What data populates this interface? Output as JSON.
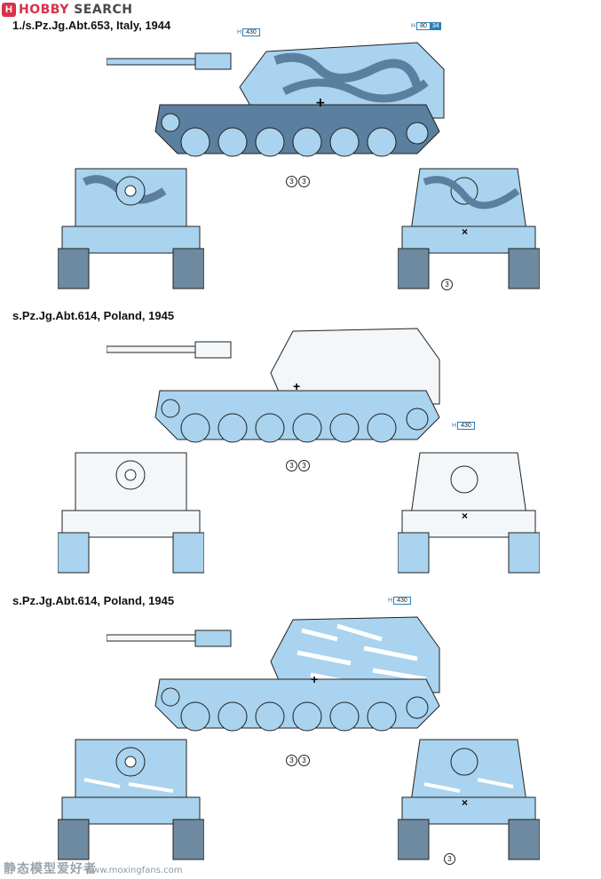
{
  "watermark": {
    "brand_mark": "H",
    "brand_a": "HOBBY",
    "brand_b": " SEARCH",
    "footer_cn": "静态模型爱好者",
    "footer_url": "www.moxingfans.com"
  },
  "sections": [
    {
      "title": "1./s.Pz.Jg.Abt.653, Italy, 1944",
      "tags": [
        "430",
        "80",
        "34"
      ],
      "callouts": [
        "3",
        "3",
        "3"
      ]
    },
    {
      "title": "s.Pz.Jg.Abt.614, Poland, 1945",
      "tags": [
        "430"
      ],
      "callouts": [
        "3",
        "3"
      ]
    },
    {
      "title": "s.Pz.Jg.Abt.614, Poland, 1945",
      "tags": [
        "430"
      ],
      "callouts": [
        "3",
        "3",
        "3"
      ]
    }
  ],
  "colors": {
    "camo_light": "#a9d3ee",
    "camo_dark": "#5b7f9e",
    "white_body": "#f4f7fa",
    "outline": "#222222",
    "accent_blue": "#2a7fb8"
  }
}
